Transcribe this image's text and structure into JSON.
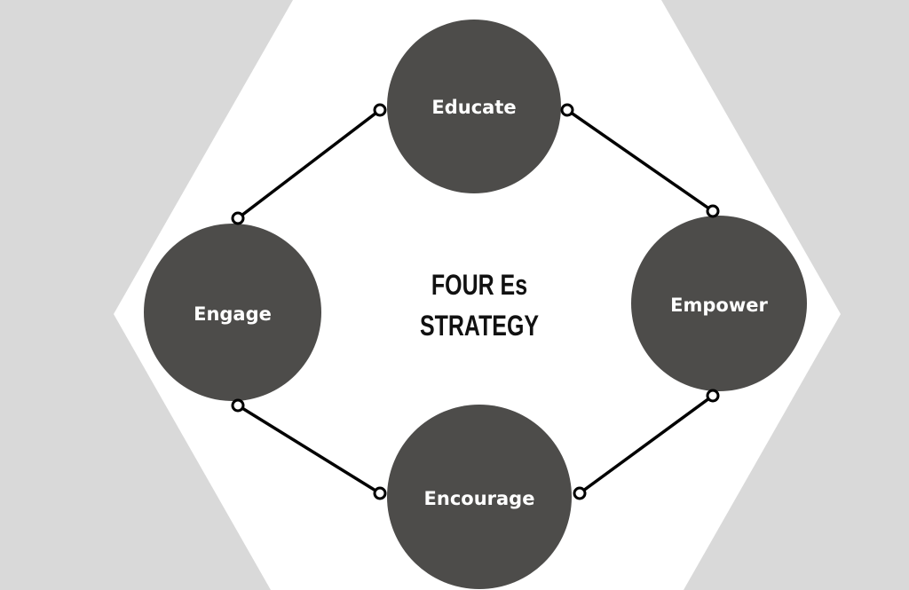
{
  "title": {
    "line1": "FOUR Es",
    "line2": "STRATEGY"
  },
  "nodes": {
    "educate": "Educate",
    "engage": "Engage",
    "empower": "Empower",
    "encourage": "Encourage"
  },
  "colors": {
    "background": "#d9d9d9",
    "hexagon": "#ffffff",
    "node": "#4d4c4a",
    "connector": "#000000"
  }
}
